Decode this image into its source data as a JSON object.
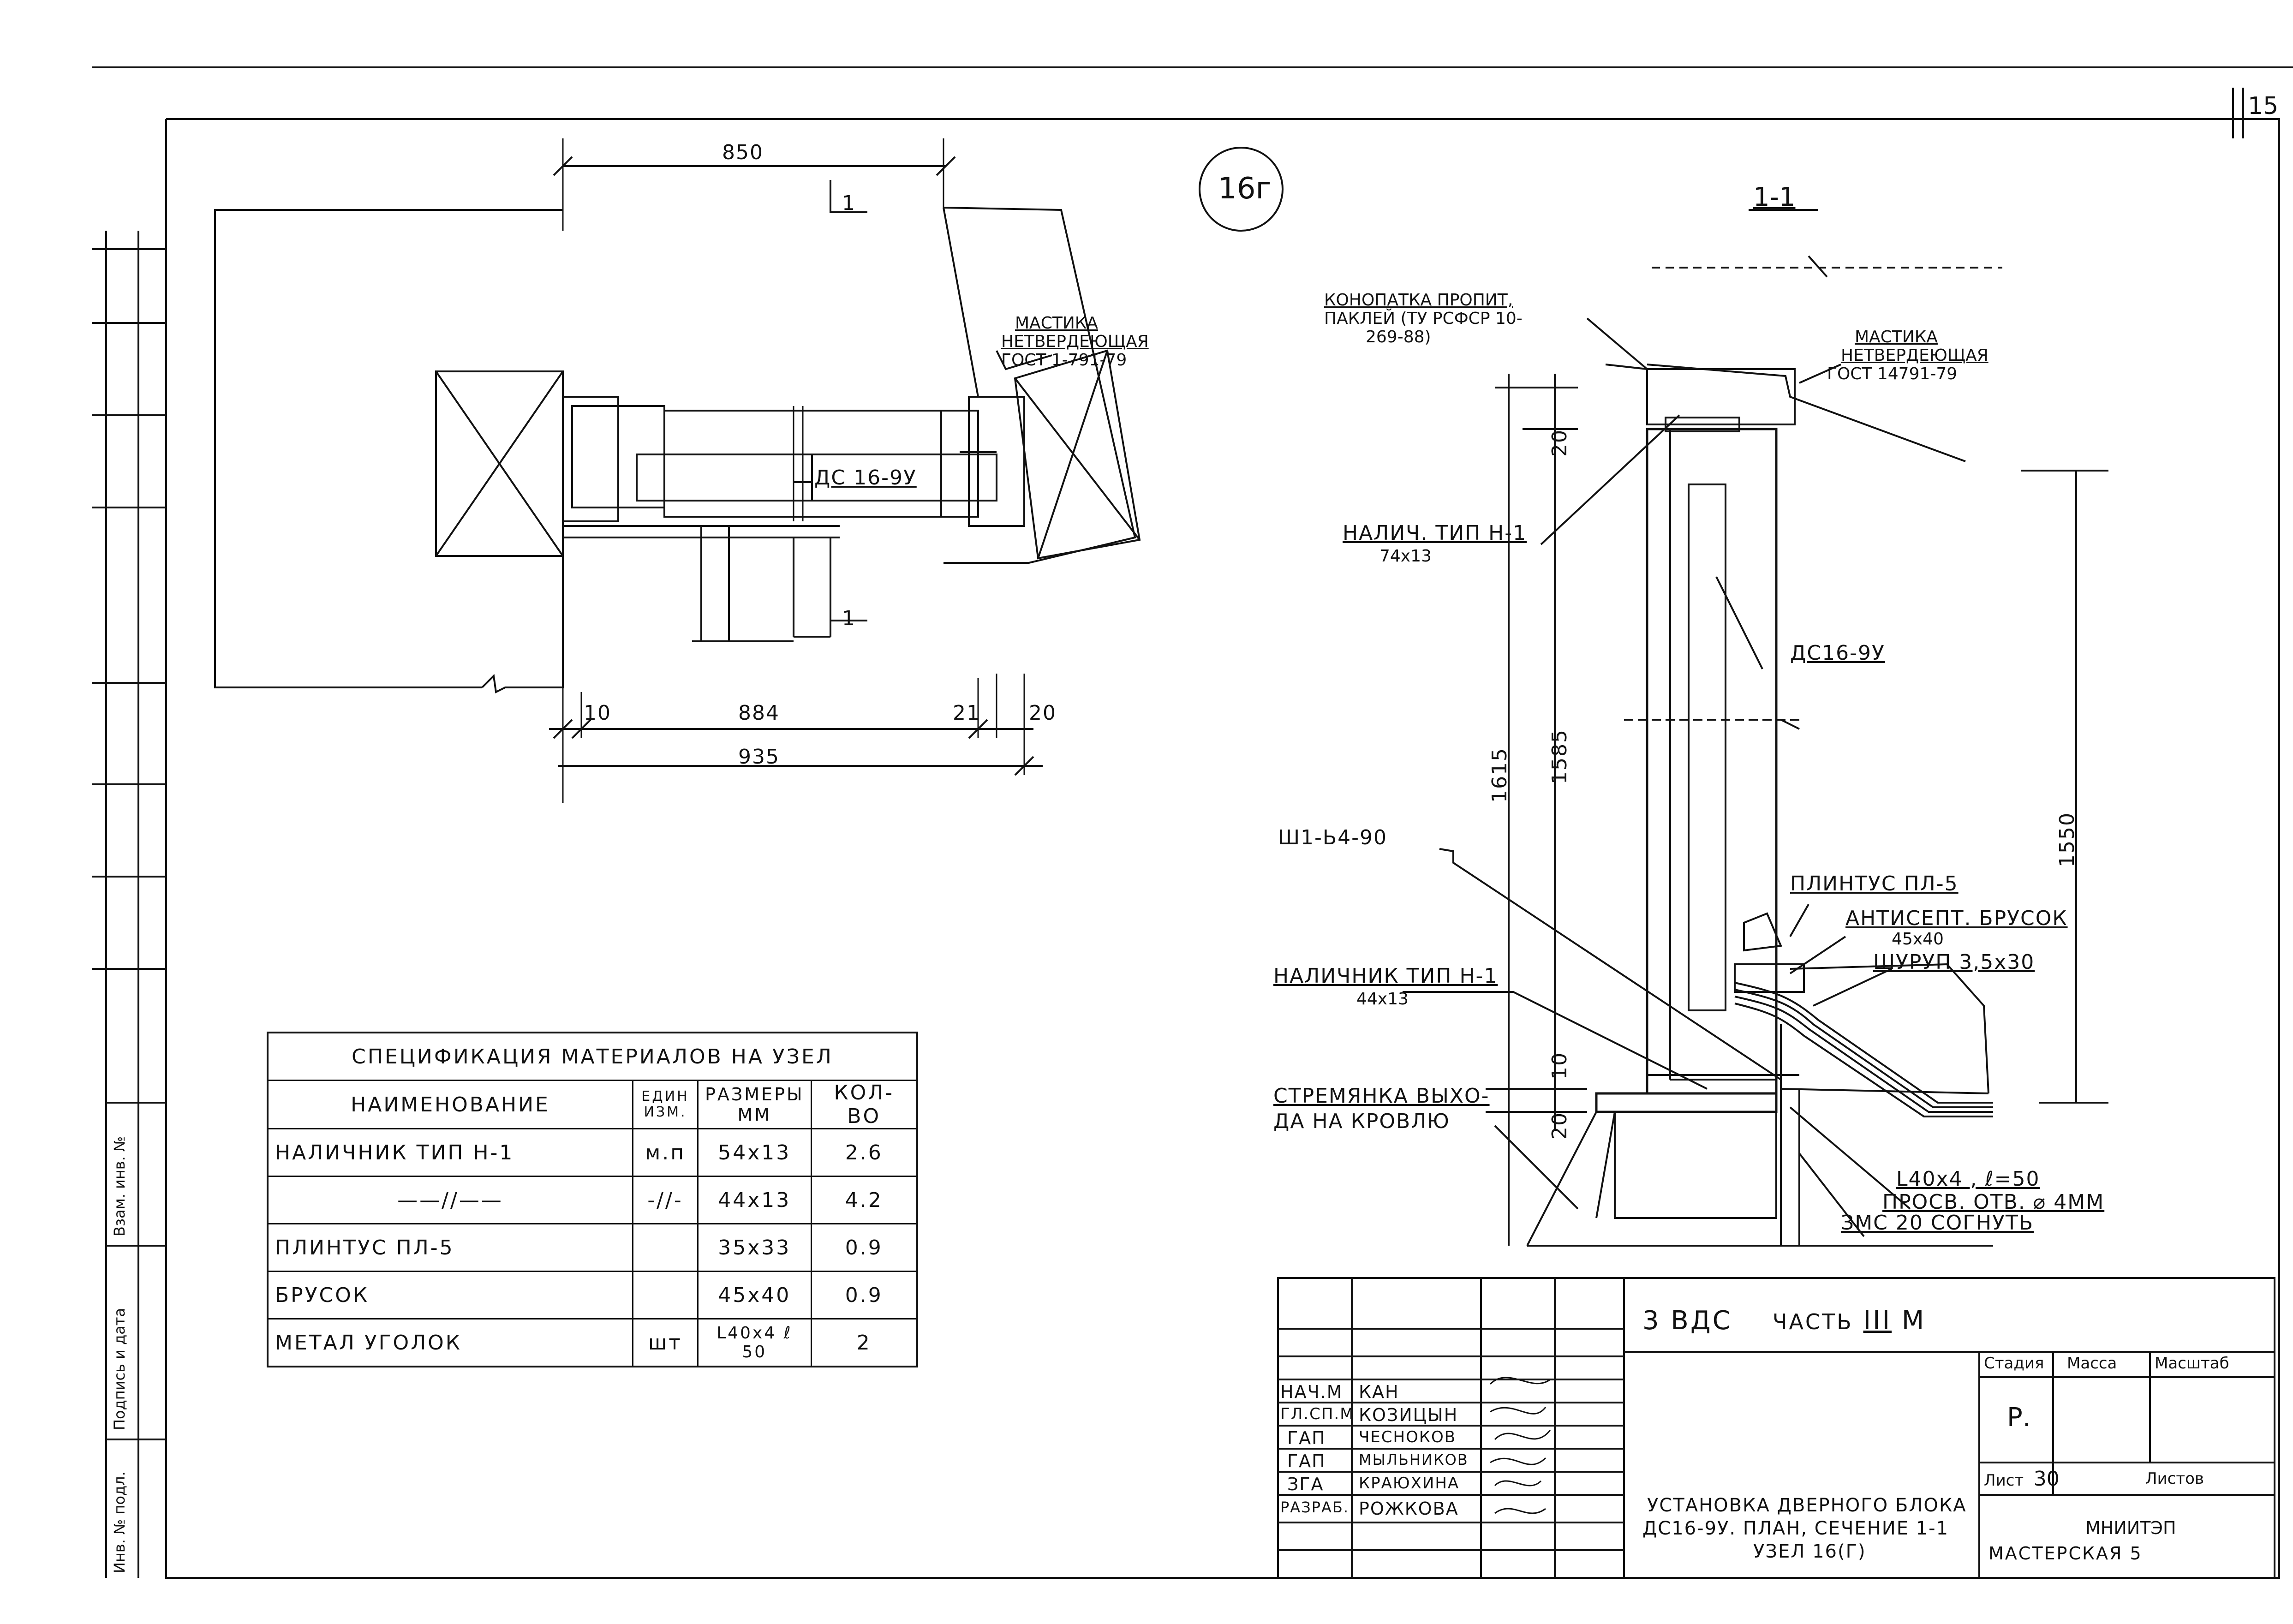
{
  "node_number": "16г",
  "plan": {
    "dimensions": {
      "top": "850",
      "bottom_left": "10",
      "bottom_mid": "884",
      "bottom_r1": "21",
      "bottom_r2": "20",
      "total": "935"
    },
    "section_mark": "1",
    "door_label": "ДС 16-9У",
    "mastic_label": [
      "МАСТИКА",
      "НЕТВЕРДЕЮЩАЯ",
      "ГОСТ 1-791-79"
    ]
  },
  "section": {
    "title": "1-1",
    "caulk_label": [
      "КОНОПАТКА ПРОПИТ,",
      "ПАКЛЕЙ (ТУ РСФСР 10-",
      "269-88)"
    ],
    "mastic_label": [
      "МАСТИКА",
      "НЕТВЕРДЕЮЩАЯ",
      "ГОСТ 14791-79"
    ],
    "trim_top": [
      "НАЛИЧ. ТИП Н-1",
      "74x13"
    ],
    "door_label": "ДС16-9У",
    "product": "Ш1-Ь4-90",
    "trim_bottom": [
      "НАЛИЧНИК ТИП Н-1",
      "44x13"
    ],
    "ladder": [
      "СТРЕМЯНКА ВЫХО-",
      "ДА НА КРОВЛЮ"
    ],
    "plinth": "ПЛИНТУС ПЛ-5",
    "bar": [
      "АНТИСЕПТ. БРУСОК",
      "45x40"
    ],
    "screw": "ШУРУП 3,5x30",
    "angle": [
      "L40x4 , ℓ=50",
      "ПРОСВ. ОТВ. ⌀ 4ММ"
    ],
    "bend": "ЗМС 20 СОГНУТЬ",
    "dims": {
      "d20a": "20",
      "d1615": "1615",
      "d1585": "1585",
      "d10": "10",
      "d20b": "20",
      "d1550": "1550"
    }
  },
  "spec_table": {
    "title": "СПЕЦИФИКАЦИЯ МАТЕРИАЛОВ НА УЗЕЛ",
    "headers": [
      "НАИМЕНОВАНИЕ",
      "ЕДИН ИЗМ.",
      "РАЗМЕРЫ ММ",
      "КОЛ-ВО"
    ],
    "rows": [
      [
        "НАЛИЧНИК ТИП Н-1",
        "м.п",
        "54x13",
        "2.6"
      ],
      [
        "——//——",
        "-//-",
        "44x13",
        "4.2"
      ],
      [
        "ПЛИНТУС ПЛ-5",
        "",
        "35x33",
        "0.9"
      ],
      [
        "БРУСОК",
        "",
        "45x40",
        "0.9"
      ],
      [
        "МЕТАЛ УГОЛОК",
        "шт",
        "L40x4 ℓ 50",
        "2"
      ]
    ]
  },
  "title_block": {
    "project": "3 ВДС",
    "part": "ЧАСТЬ",
    "part_num": "III",
    "part_suffix": "М",
    "roles": [
      "НАЧ.М",
      "ГЛ.СП.М",
      "ГАП",
      "ГАП",
      "ЗГА",
      "РАЗРАБ."
    ],
    "names": [
      "КАН",
      "КОЗИЦЫН",
      "ЧЕСНОКОВ",
      "МЫЛЬНИКОВ",
      "КРАЮХИНА",
      "РОЖКОВА"
    ],
    "stage_h": "Стадия",
    "mass_h": "Масса",
    "scale_h": "Масштаб",
    "stage_v": "Р.",
    "sheet_label": "Лист",
    "sheet_num": "30",
    "sheets_label": "Листов",
    "desc": [
      "УСТАНОВКА ДВЕРНОГО БЛОКА",
      "ДС16-9У. ПЛАН, СЕЧЕНИЕ 1-1",
      "УЗЕЛ 16(Г)"
    ],
    "org": [
      "МНИИТЭП",
      "МАСТЕРСКАЯ 5"
    ]
  },
  "side_stamp": [
    "Взам. инв. №",
    "Подпись и дата",
    "Инв. № подл."
  ],
  "page_mark": "15"
}
